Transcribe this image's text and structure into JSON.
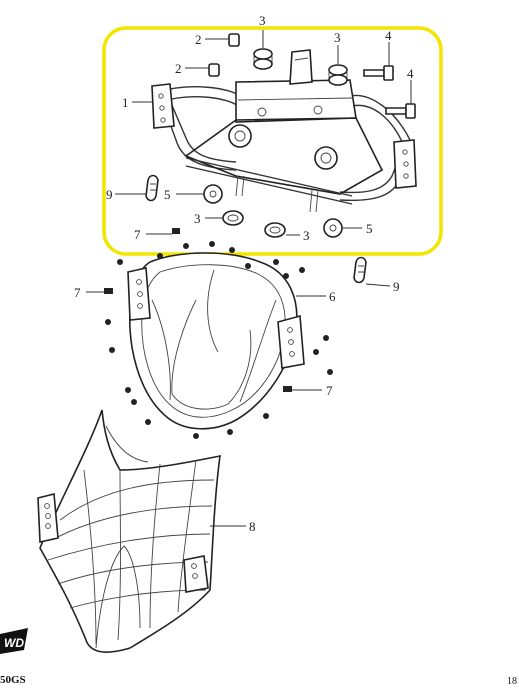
{
  "diagram": {
    "callouts": {
      "c1": "1",
      "c2a": "2",
      "c2b": "2",
      "c3a": "3",
      "c3b": "3",
      "c3c": "3",
      "c3d": "3",
      "c4a": "4",
      "c4b": "4",
      "c5a": "5",
      "c5b": "5",
      "c6": "6",
      "c7a": "7",
      "c7b": "7",
      "c7c": "7",
      "c8": "8",
      "c9a": "9",
      "c9b": "9"
    },
    "highlight_color": "#f2e600"
  },
  "footer": {
    "model": "50GS",
    "page": "18",
    "logo_text": "WD"
  }
}
